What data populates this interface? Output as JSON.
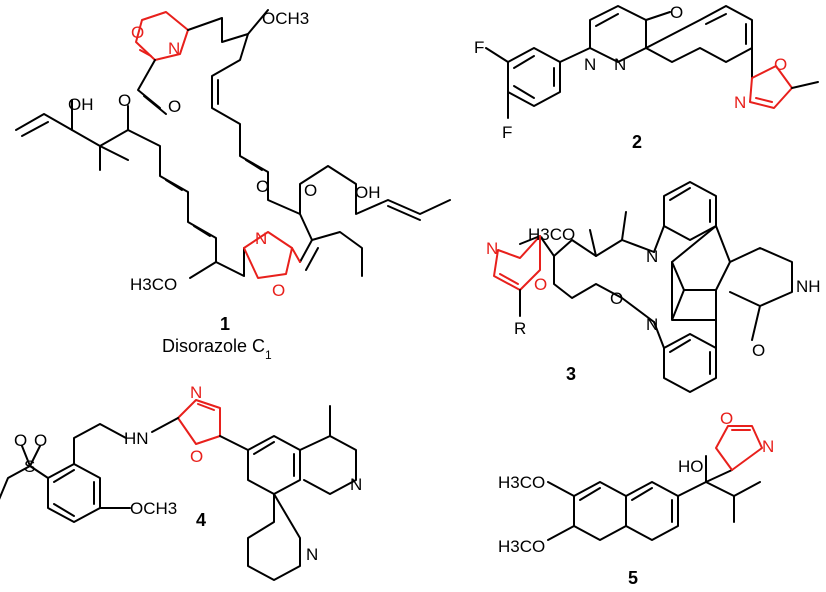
{
  "compound_1": {
    "number": "1",
    "name_main": "Disorazole C",
    "name_sub": "1",
    "labels": {
      "oxazole_top_o": "O",
      "oxazole_top_n": "N",
      "oxazole_bottom_n": "N",
      "oxazole_bottom_o": "O",
      "methoxy_top": "OCH3",
      "methoxy_bottom": "H3CO",
      "hydroxyl_left": "OH",
      "hydroxyl_right": "OH",
      "ester_o_left": "O",
      "ester_carbonyl_left": "O",
      "ester_o_right": "O",
      "ester_carbonyl_right": "O"
    }
  },
  "compound_2": {
    "number": "2",
    "labels": {
      "fluoro_top": "F",
      "fluoro_bottom": "F",
      "pyridazinone_n1": "N",
      "pyridazinone_n2": "N",
      "carbonyl_o": "O",
      "oxazole_o": "O",
      "oxazole_n": "N"
    }
  },
  "compound_3": {
    "number": "3",
    "labels": {
      "methoxy": "H3CO",
      "indole_n_top": "N",
      "indole_n_bottom": "N",
      "ring_o": "O",
      "lactam_nh": "NH",
      "lactam_o": "O",
      "oxazole_n": "N",
      "oxazole_o": "O",
      "r_group": "R"
    }
  },
  "compound_4": {
    "number": "4",
    "labels": {
      "amine_hn": "HN",
      "oxazole_n": "N",
      "oxazole_o": "O",
      "methoxy": "OCH3",
      "sulfonyl_s": "S",
      "sulfonyl_o1": "O",
      "sulfonyl_o2": "O",
      "pyridine_n_top": "N",
      "pyridine_n_bottom": "N"
    }
  },
  "compound_5": {
    "number": "5",
    "labels": {
      "hydroxyl": "HO",
      "methoxy_top": "H3CO",
      "methoxy_bottom": "H3CO",
      "oxazole_o": "O",
      "oxazole_n": "N"
    }
  }
}
